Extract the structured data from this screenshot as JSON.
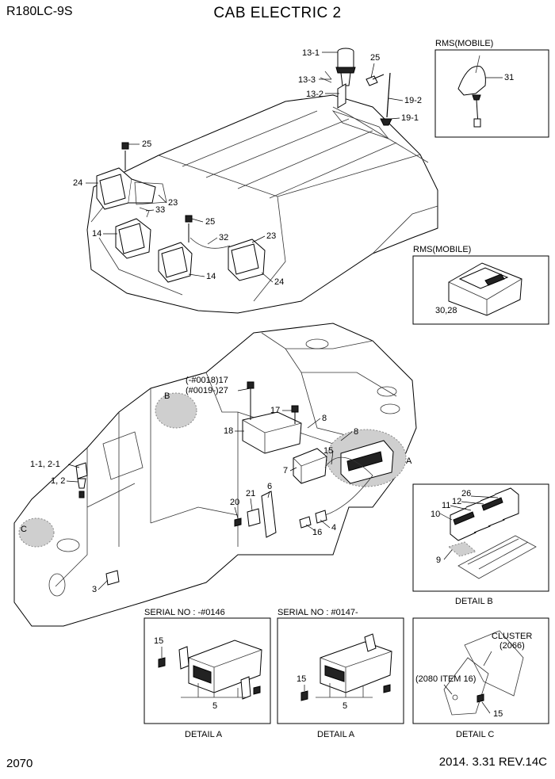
{
  "header": {
    "model": "R180LC-9S",
    "title": "CAB ELECTRIC 2"
  },
  "footer": {
    "page_number": "2070",
    "date_revision": "2014. 3.31  REV.14C"
  },
  "boxes": {
    "rms_antenna": "RMS(MOBILE)",
    "rms_unit": "RMS(MOBILE)",
    "detail_b": "DETAIL B",
    "detail_a_old": "DETAIL A",
    "detail_a_new": "DETAIL A",
    "detail_c": "DETAIL C",
    "serial_old": "SERIAL NO : -#0146",
    "serial_new": "SERIAL NO : #0147-"
  },
  "callouts": {
    "detail_a": "A",
    "detail_b": "B",
    "detail_c": "C"
  },
  "labels": {
    "p13_1": "13-1",
    "p25_top": "25",
    "p13_3": "13-3",
    "p13_2": "13-2",
    "p19_2": "19-2",
    "p19_1": "19-1",
    "p31": "31",
    "p25_left": "25",
    "p24_left": "24",
    "p23_upper": "23",
    "p33": "33",
    "p25_mid": "25",
    "p14_left": "14",
    "p32": "32",
    "p23_right": "23",
    "p14_mid": "14",
    "p24_right": "24",
    "p30_28": "30,28",
    "p17_serial_a": "(-#0018)17",
    "p27_serial_b": "(#0019-)27",
    "p17": "17",
    "p18": "18",
    "p8_a": "8",
    "p8_b": "8",
    "p15": "15",
    "p7": "7",
    "p1_2_1": "1-1, 2-1",
    "p1_2": "1, 2",
    "p6": "6",
    "p21": "21",
    "p20": "20",
    "p4": "4",
    "p16": "16",
    "p3": "3",
    "p26": "26",
    "p12": "12",
    "p11": "11",
    "p10": "10",
    "p9": "9",
    "p15_detail_a_old": "15",
    "p5_detail_a_old": "5",
    "p15_detail_a_new": "15",
    "p5_detail_a_new": "5",
    "cluster": "CLUSTER",
    "cluster_ref": "(2066)",
    "item_ref": "(2080 ITEM 16)",
    "p15_detail_c": "15"
  }
}
